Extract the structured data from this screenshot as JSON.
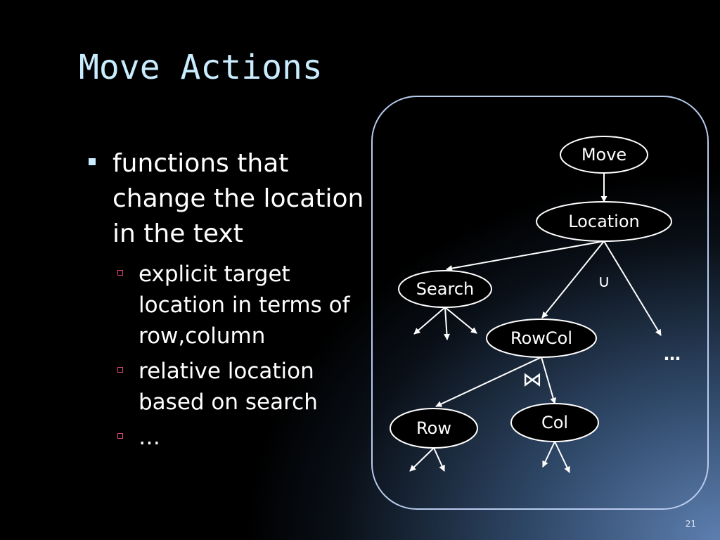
{
  "slide": {
    "title": "Move Actions",
    "number": "21"
  },
  "bullets": [
    {
      "text": "functions that change the location in the text",
      "sub": [
        "explicit target location in terms of row,column",
        "relative location based on search",
        "…"
      ]
    }
  ],
  "diagram": {
    "nodes": {
      "move": "Move",
      "location": "Location",
      "search": "Search",
      "rowcol": "RowCol",
      "row": "Row",
      "col": "Col"
    },
    "union_symbol": "∪",
    "join_symbol": "⋈",
    "ellipsis": "…"
  },
  "colors": {
    "title": "#c9ecff",
    "box_border": "#b8ccee",
    "sub_marker": "#e0467c"
  }
}
